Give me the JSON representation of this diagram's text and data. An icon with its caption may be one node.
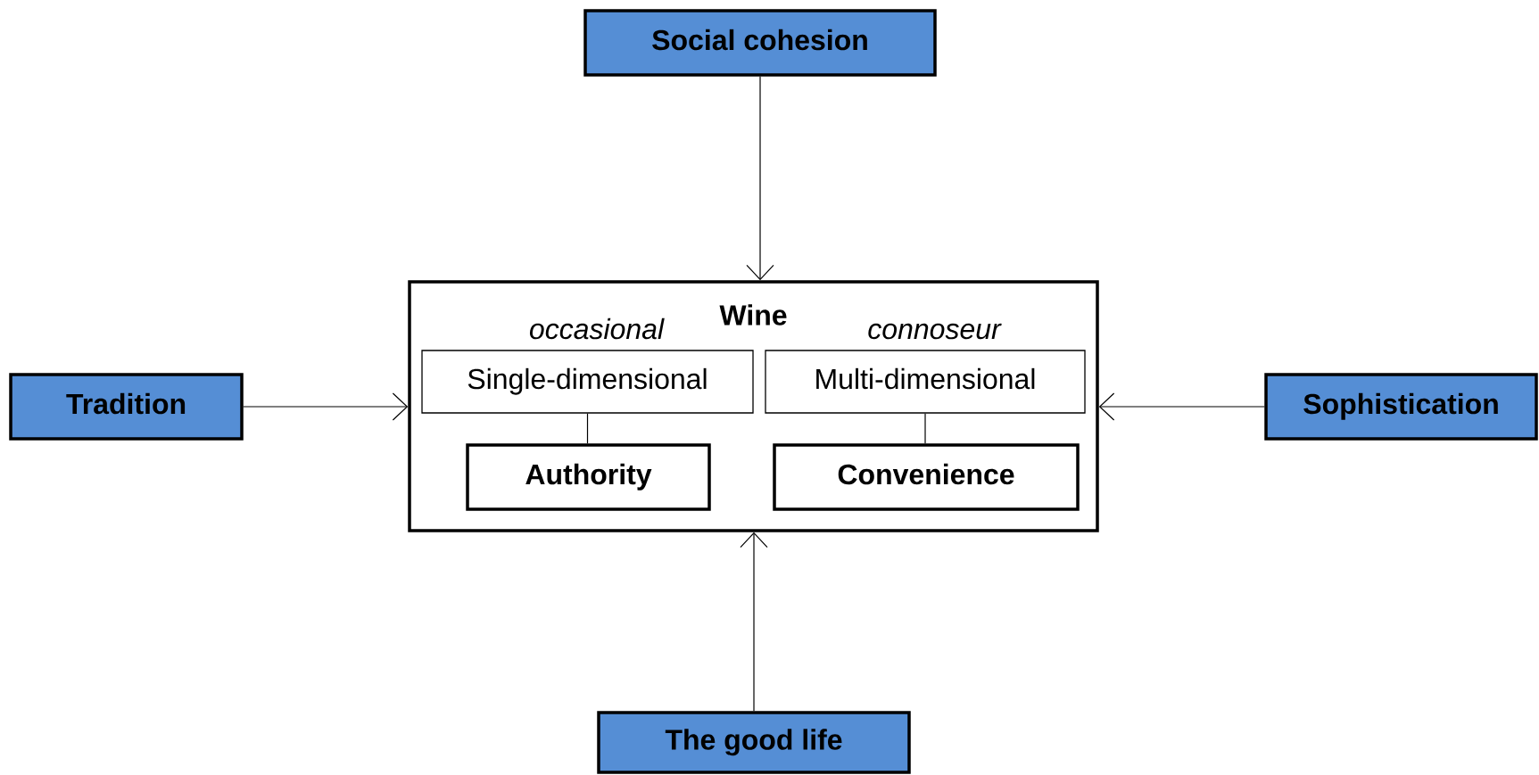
{
  "diagram": {
    "nodes": [
      {
        "text": [
          "Social cohesion"
        ]
      },
      {
        "text": [
          "Wine"
        ]
      },
      {
        "text": [
          "occasional",
          "Single-dimensional"
        ],
        "in": 1
      },
      {
        "text": [
          "connoseur",
          "Multi-dimensional"
        ],
        "in": 1
      },
      {
        "text": [
          "Authority"
        ],
        "in": 1
      },
      {
        "text": [
          "Convenience"
        ],
        "in": 1
      },
      {
        "text": [
          "Tradition"
        ]
      },
      {
        "text": [
          "Sophistication"
        ]
      },
      {
        "text": [
          "The good life"
        ]
      }
    ],
    "edges": [
      {
        "from": 0,
        "to": 1,
        "arrow": "to"
      },
      {
        "from": 6,
        "to": 1,
        "arrow": "to"
      },
      {
        "from": 7,
        "to": 1,
        "arrow": "to"
      },
      {
        "from": 8,
        "to": 1,
        "arrow": "to"
      },
      {
        "from": 2,
        "to": 4,
        "arrow": "none"
      },
      {
        "from": 3,
        "to": 5,
        "arrow": "none"
      }
    ]
  }
}
